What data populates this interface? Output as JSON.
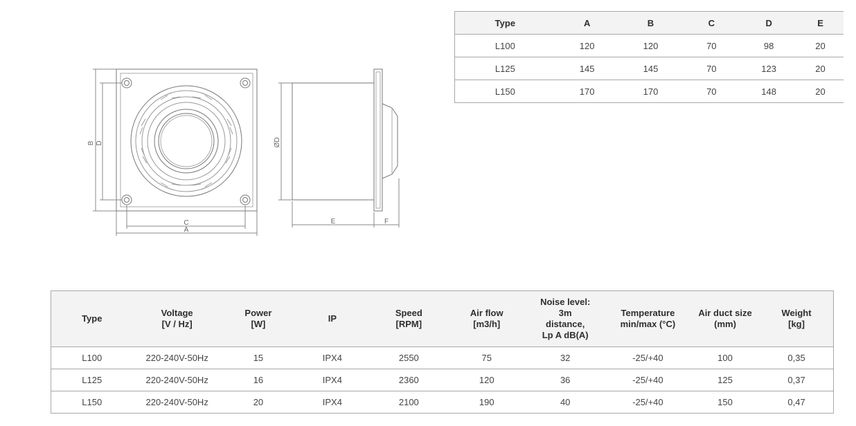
{
  "dimensions_table": {
    "headers": [
      "Type",
      "A",
      "B",
      "C",
      "D",
      "E"
    ],
    "rows": [
      [
        "L100",
        "120",
        "120",
        "70",
        "98",
        "20"
      ],
      [
        "L125",
        "145",
        "145",
        "70",
        "123",
        "20"
      ],
      [
        "L150",
        "170",
        "170",
        "70",
        "148",
        "20"
      ]
    ]
  },
  "drawing": {
    "labels": {
      "b": "B",
      "d": "D",
      "c": "C",
      "a": "A",
      "od": "ØD",
      "e": "E",
      "f": "F"
    }
  },
  "specs_table": {
    "headers": [
      [
        "Type"
      ],
      [
        "Voltage",
        "[V / Hz]"
      ],
      [
        "Power",
        "[W]"
      ],
      [
        "IP"
      ],
      [
        "Speed",
        "[RPM]"
      ],
      [
        "Air flow",
        "[m3/h]"
      ],
      [
        "Noise level:",
        "3m",
        "distance,",
        "Lp A dB(A)"
      ],
      [
        "Temperature",
        "min/max (°C)"
      ],
      [
        "Air duct size",
        "(mm)"
      ],
      [
        "Weight",
        "[kg]"
      ]
    ],
    "rows": [
      [
        "L100",
        "220-240V-50Hz",
        "15",
        "IPX4",
        "2550",
        "75",
        "32",
        "-25/+40",
        "100",
        "0,35"
      ],
      [
        "L125",
        "220-240V-50Hz",
        "16",
        "IPX4",
        "2360",
        "120",
        "36",
        "-25/+40",
        "125",
        "0,37"
      ],
      [
        "L150",
        "220-240V-50Hz",
        "20",
        "IPX4",
        "2100",
        "190",
        "40",
        "-25/+40",
        "150",
        "0,47"
      ]
    ]
  }
}
